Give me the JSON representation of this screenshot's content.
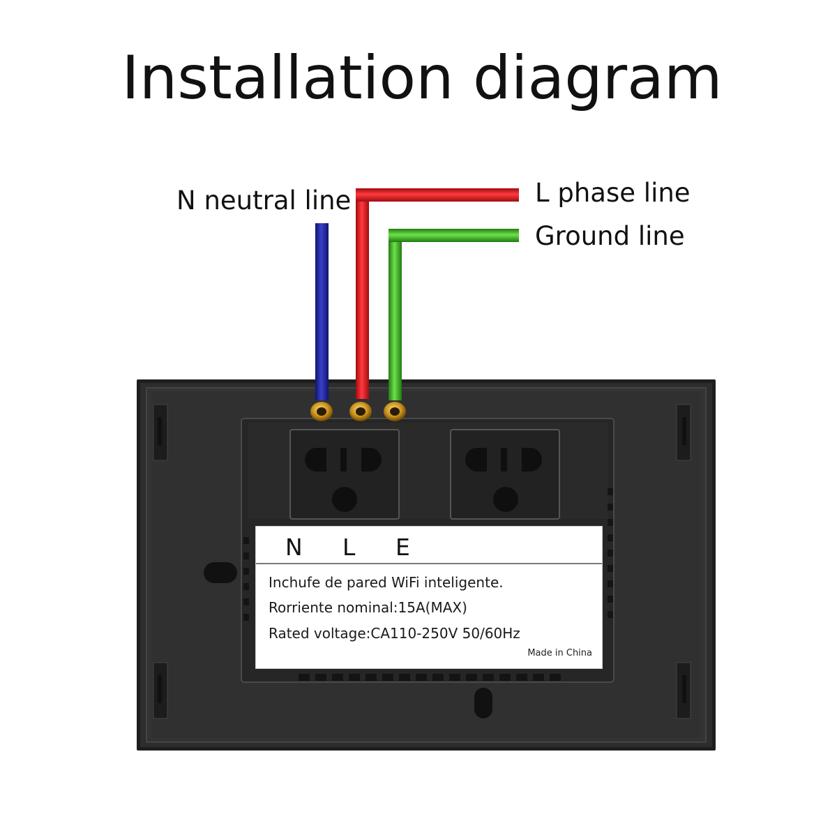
{
  "title": "Installation diagram",
  "wire_labels": {
    "neutral": "N neutral line",
    "phase": "L phase line",
    "ground": "Ground line"
  },
  "sticker": {
    "terminals": [
      "N",
      "L",
      "E"
    ],
    "lines": [
      "Inchufe de pared WiFi inteligente.",
      "Rorriente nominal:15A(MAX)",
      "Rated voltage:CA110-250V 50/60Hz"
    ],
    "origin": "Made in China"
  },
  "colors": {
    "neutral_wire": "#1a1f9c",
    "phase_wire": "#e0141b",
    "ground_wire": "#3fb523",
    "panel": "#2b2b2b",
    "terminal_screw": "#c8901a"
  },
  "icons": [
    "outlet-left-icon",
    "outlet-right-icon",
    "terminal-screw-icon"
  ]
}
